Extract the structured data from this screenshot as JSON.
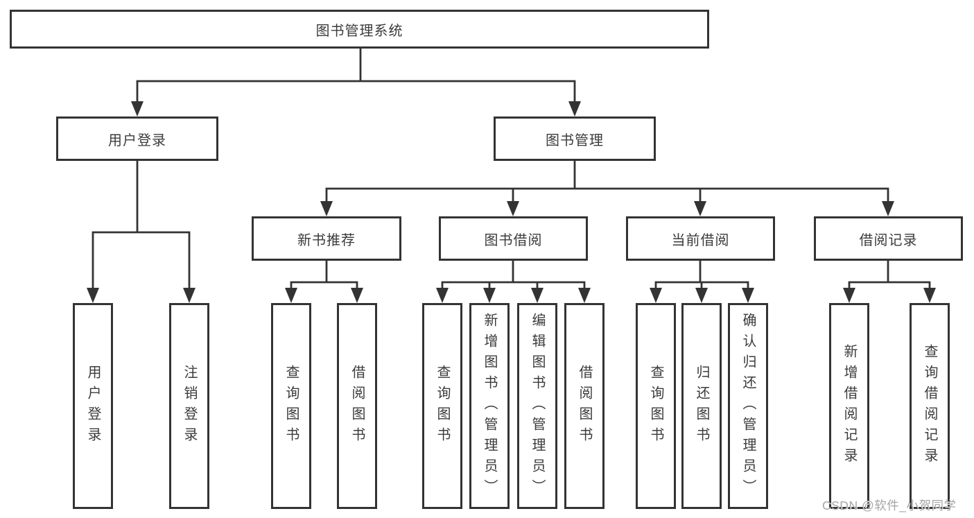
{
  "diagram": {
    "root": "图书管理系统",
    "level2": {
      "user_login": "用户登录",
      "book_management": "图书管理"
    },
    "level3": {
      "new_books": "新书推荐",
      "book_borrow": "图书借阅",
      "current_borrow": "当前借阅",
      "borrow_records": "借阅记录"
    },
    "leaves": {
      "user_login": [
        "用户登录",
        "注销登录"
      ],
      "new_books": [
        "查询图书",
        "借阅图书"
      ],
      "book_borrow": [
        "查询图书",
        "新增图书（管理员）",
        "编辑图书（管理员）",
        "借阅图书"
      ],
      "current_borrow": [
        "查询图书",
        "归还图书",
        "确认归还（管理员）"
      ],
      "borrow_records": [
        "新增借阅记录",
        "查询借阅记录"
      ]
    }
  },
  "watermark": {
    "text": "CSDN @软件_小贺同学"
  },
  "colors": {
    "line": "#333333",
    "node_border": "#333333",
    "node_text": "#3b3b3b",
    "background": "#ffffff",
    "watermark": "#a5a5a5"
  }
}
